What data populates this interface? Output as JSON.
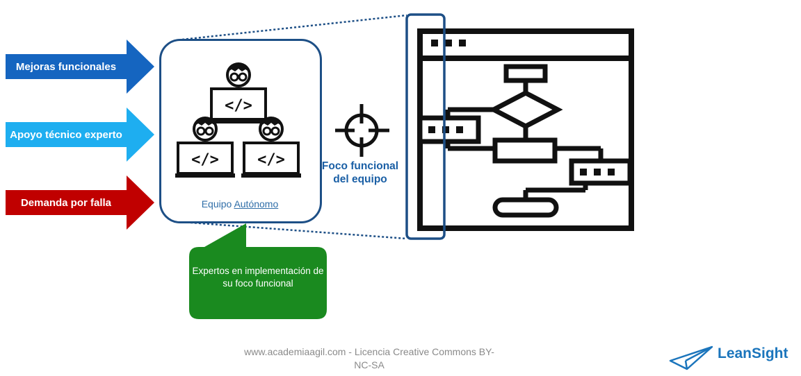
{
  "inputs": [
    {
      "label": "Mejoras funcionales",
      "color": "#1565c0"
    },
    {
      "label": "Apoyo técnico experto",
      "color": "#1eaef0"
    },
    {
      "label": "Demanda por falla",
      "color": "#c00000"
    }
  ],
  "team": {
    "label_word1": "Equipo",
    "label_word2": "Autónomo",
    "border_color": "#1d4f86",
    "code_icon_text": "</>"
  },
  "focus": {
    "label": "Foco funcional del equipo",
    "color": "#1a5fa5"
  },
  "bubble": {
    "text": "Expertos en implementación de su foco funcional",
    "color": "#1a8a1f"
  },
  "footer": {
    "text": "www.academiaagil.com - Licencia Creative Commons BY-NC-SA"
  },
  "brand": {
    "name": "LeanSight",
    "color": "#1b75bc"
  }
}
